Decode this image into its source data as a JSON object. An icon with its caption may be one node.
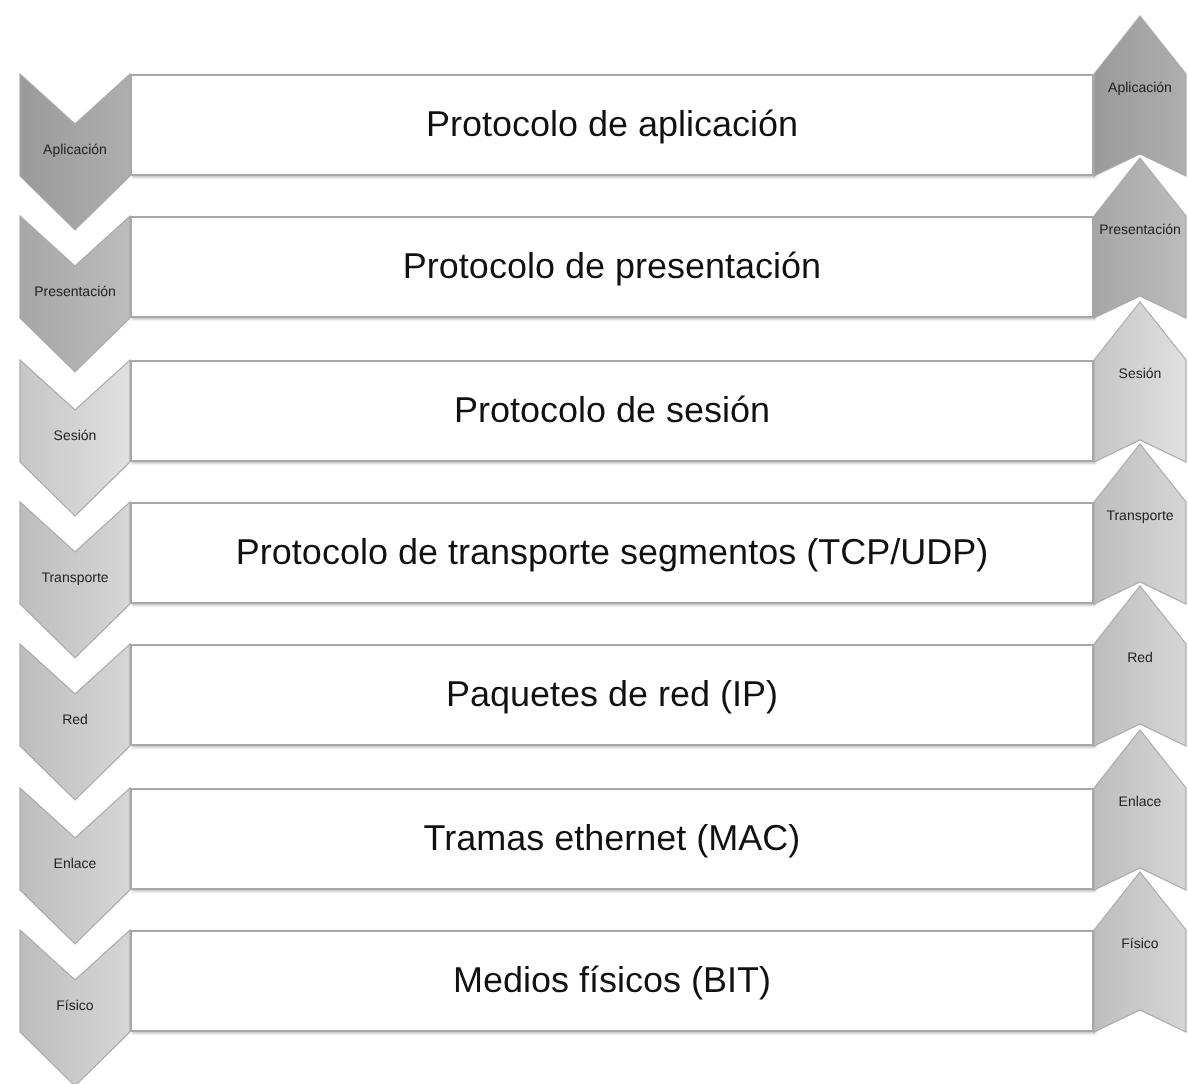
{
  "diagram": {
    "nodes": [
      {
        "text": [
          "Aplicación"
        ]
      },
      {
        "text": [
          "Protocolo de aplicación"
        ]
      },
      {
        "text": [
          "Aplicación"
        ]
      },
      {
        "text": [
          "Presentación"
        ]
      },
      {
        "text": [
          "Protocolo de presentación"
        ]
      },
      {
        "text": [
          "Presentación"
        ]
      },
      {
        "text": [
          "Sesión"
        ]
      },
      {
        "text": [
          "Protocolo de sesión"
        ]
      },
      {
        "text": [
          "Sesión"
        ]
      },
      {
        "text": [
          "Transporte"
        ]
      },
      {
        "text": [
          "Protocolo de transporte segmentos (TCP/UDP)"
        ]
      },
      {
        "text": [
          "Transporte"
        ]
      },
      {
        "text": [
          "Red"
        ]
      },
      {
        "text": [
          "Paquetes de red (IP)"
        ]
      },
      {
        "text": [
          "Red"
        ]
      },
      {
        "text": [
          "Enlace"
        ]
      },
      {
        "text": [
          "Tramas ethernet (MAC)"
        ]
      },
      {
        "text": [
          "Enlace"
        ]
      },
      {
        "text": [
          "Físico"
        ]
      },
      {
        "text": [
          "Medios físicos (BIT)"
        ]
      },
      {
        "text": [
          "Físico"
        ]
      }
    ]
  }
}
